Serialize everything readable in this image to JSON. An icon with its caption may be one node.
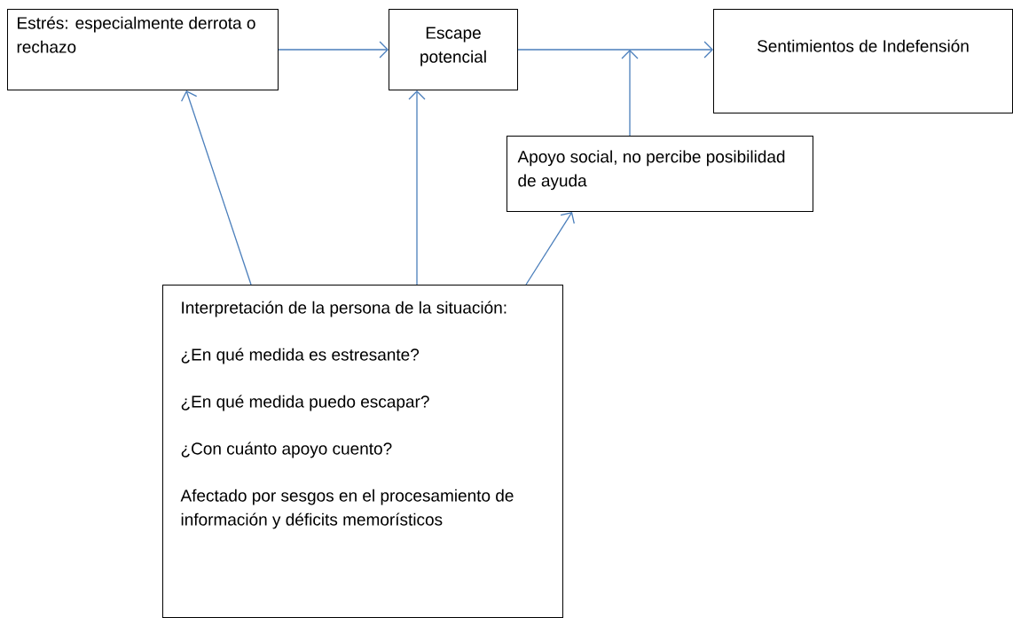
{
  "diagram": {
    "nodes": [
      {
        "text": [
          "Estrés: especialmente derrota o rechazo"
        ]
      },
      {
        "text": [
          "Escape potencial"
        ]
      },
      {
        "text": [
          "Sentimientos de Indefensión"
        ]
      },
      {
        "text": [
          "Apoyo social, no percibe posibilidad de ayuda"
        ]
      },
      {
        "text": [
          "Interpretación de la persona de la situación:",
          "¿En qué medida es estresante?",
          "¿En qué medida puedo escapar?",
          "¿Con cuánto apoyo cuento?",
          "Afectado por sesgos en el procesamiento de información y déficits memorísticos"
        ]
      }
    ],
    "edges": [
      {
        "from": 0,
        "to": 1,
        "arrow": "to"
      },
      {
        "from": 1,
        "to": 2,
        "arrow": "to"
      },
      {
        "from": 3,
        "to": null,
        "arrow": "to"
      },
      {
        "from": 4,
        "to": 0,
        "arrow": "to"
      },
      {
        "from": 4,
        "to": 1,
        "arrow": "to"
      },
      {
        "from": 4,
        "to": 3,
        "arrow": "to"
      }
    ]
  }
}
